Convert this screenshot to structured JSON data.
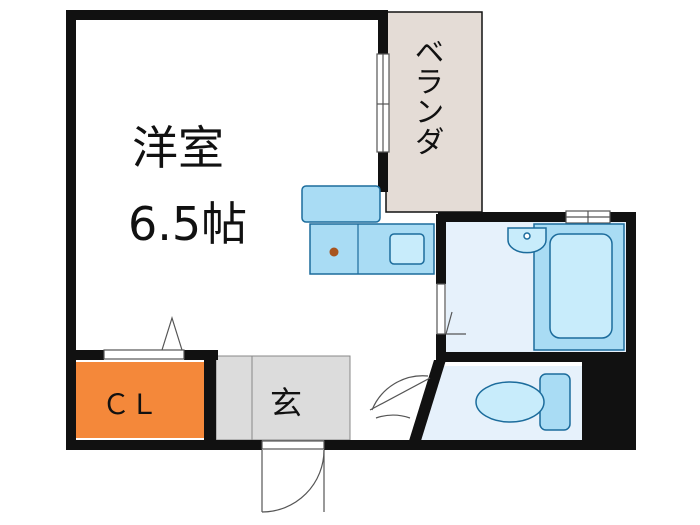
{
  "rooms": {
    "western_room_name": "洋室",
    "western_room_size": "6.5帖",
    "balcony": "ベランダ",
    "closet": "ＣＬ",
    "entrance": "玄"
  },
  "colors": {
    "wall": "#111111",
    "balcony_fill": "#e4dcd6",
    "closet_fill": "#f4883a",
    "entrance_fill": "#dcdcdc",
    "wet_area_fill": "#e6f1fb",
    "fixture_fill": "#a9dcf4",
    "fixture_stroke": "#1c6c9c",
    "stove_dot": "#a8541e"
  }
}
